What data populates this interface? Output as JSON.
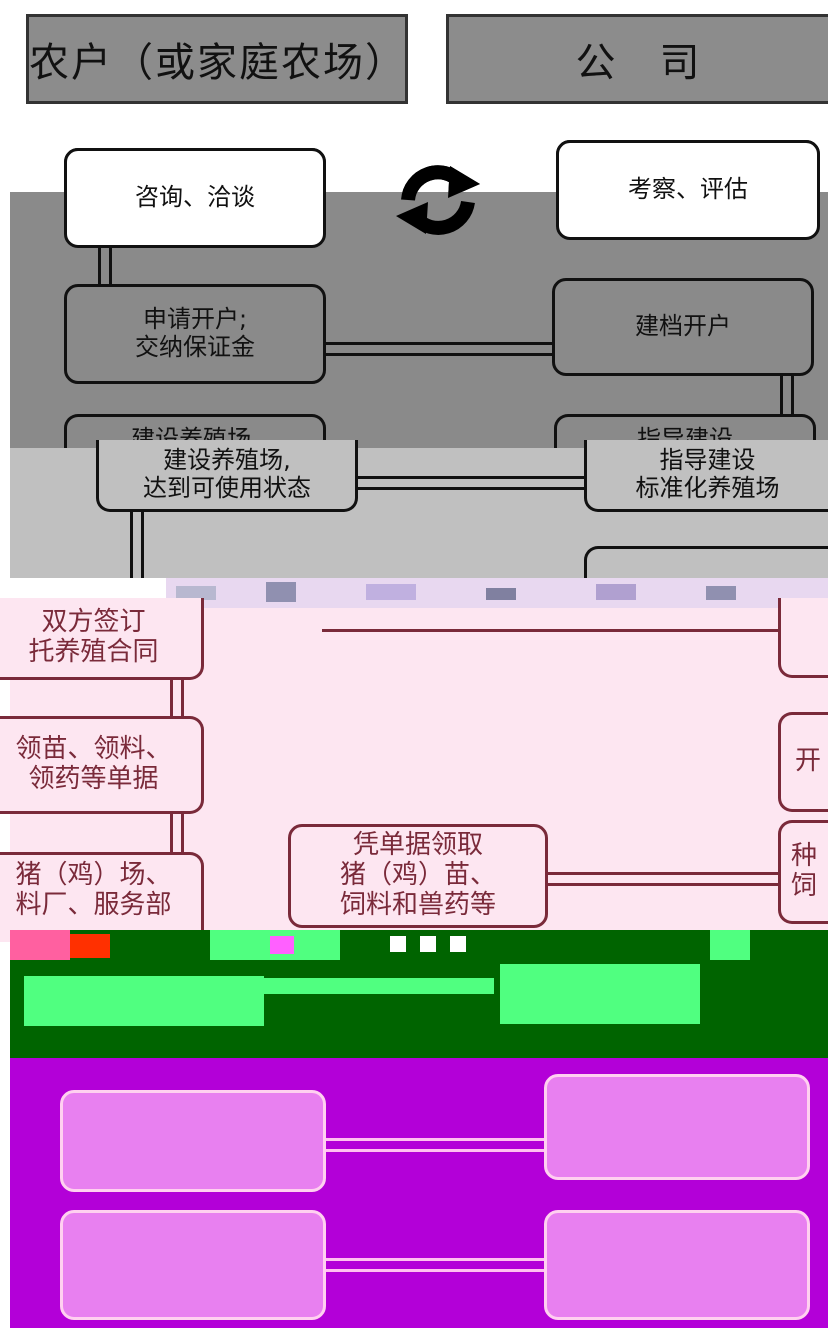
{
  "headers": {
    "farmer": "农户（或家庭农场）",
    "company": "公　司"
  },
  "nodes": {
    "consult": "咨询、洽谈",
    "inspect": "考察、评估",
    "apply": "申请开户;\n交纳保证金",
    "open_account": "建档开户",
    "build_farm_top": "建设养殖场,",
    "guide_build_top": "指导建设",
    "build_farm": "建设养殖场,\n达到可使用状态",
    "guide_build": "指导建设\n标准化养殖场",
    "sign_contract": "双方签订\n托养殖合同",
    "receive_docs": "领苗、领料、\n领药等单据",
    "claim_supplies": "凭单据领取\n猪（鸡）苗、\n饲料和兽药等",
    "pig_farm": "猪（鸡）场、\n料厂、服务部",
    "right_issue": "开",
    "right_feed": "种\n饲"
  },
  "icon": "refresh-cycle-icon",
  "colors": {
    "header_bg": "#8c8c8c",
    "band_dark": "#8a8a8a",
    "band_light": "#c0c0c0",
    "band_pink": "#fde6f1",
    "band_green": "#006400",
    "band_magenta": "#b300d8"
  }
}
